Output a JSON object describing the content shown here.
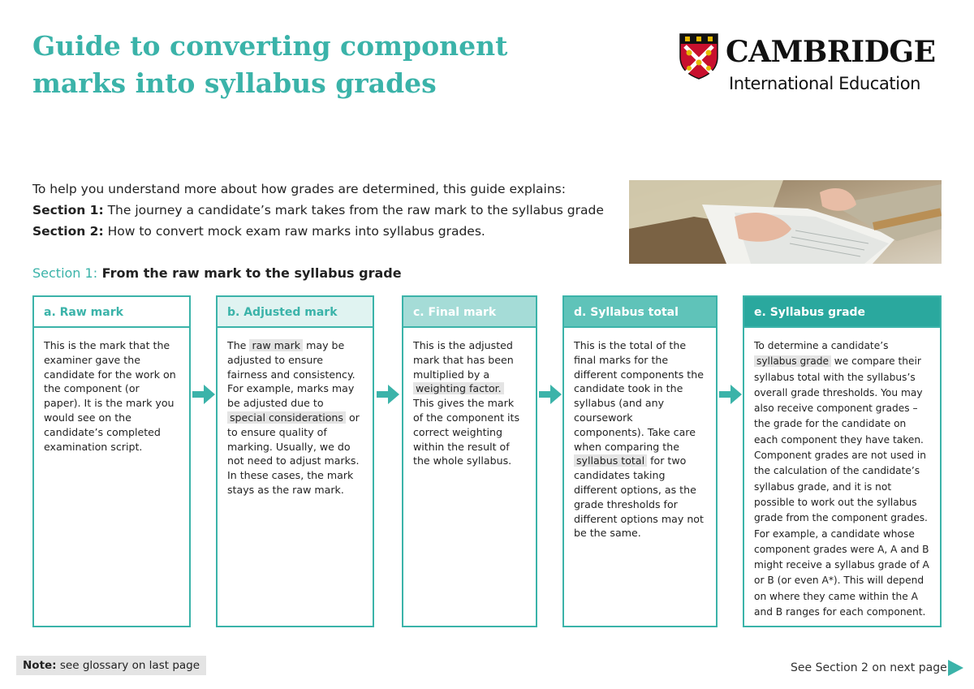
{
  "title": {
    "line1": "Guide to converting component",
    "line2": "marks into syllabus grades"
  },
  "brand": {
    "name": "CAMBRIDGE",
    "subtitle": "International Education"
  },
  "intro": {
    "line1": "To help you understand more about how grades are determined, this guide explains:",
    "s1_label": "Section 1:",
    "s1_text": " The journey a candidate’s mark takes from the raw mark to the syllabus grade ",
    "s2_label": "Section 2:",
    "s2_text": " How to convert mock exam raw marks into syllabus grades."
  },
  "section1": {
    "label": "Section 1:",
    "title": " From the raw mark to the syllabus grade"
  },
  "cards": {
    "a": {
      "title": "a. Raw mark",
      "text": "This is the mark that the examiner gave the candidate for the work on the component (or paper). It is the mark you would see on the candidate’s completed examination script."
    },
    "b": {
      "title": "b. Adjusted mark",
      "t1": "The ",
      "h1": "raw mark",
      "t2": " may be adjusted to ensure fairness and consistency. For example, marks may be adjusted due to ",
      "h2": "special considerations",
      "t3": " or to ensure quality of marking. Usually, we do not need to adjust marks. In these cases, the mark stays as the raw mark."
    },
    "c": {
      "title": "c. Final mark",
      "t1": "This is the adjusted mark that has been multiplied by a ",
      "h1": "weighting factor.",
      "t2": " This gives the mark of the component its correct weighting within the result of the whole syllabus."
    },
    "d": {
      "title": "d. Syllabus total",
      "t1": "This is the total of the final marks for the different components the candidate took in the syllabus (and any coursework components). Take care when comparing the ",
      "h1": "syllabus total",
      "t2": " for two candidates taking different options, as the grade thresholds for different options may not be the same."
    },
    "e": {
      "title": "e. Syllabus grade",
      "t1": "To determine a candidate’s ",
      "h1": "syllabus grade",
      "t2": " we compare their syllabus total with the syllabus’s overall grade thresholds. You may also receive component grades – the grade for the candidate on each component they have taken. Component grades are not used in the calculation of the candidate’s syllabus grade, and it is not possible to work out the syllabus grade from the component grades. For example, a candidate whose component grades were A, A and B might receive a syllabus grade of A or B (or even A*). This will depend on where they came within the A and B ranges for each component."
    }
  },
  "footer": {
    "note_label": "Note:",
    "note_text": " see glossary on last page",
    "next": "See Section 2 on next page"
  },
  "colors": {
    "accent": "#3bb3a9",
    "highlight": "#e4e4e4"
  },
  "icons": {
    "flow_arrow": "arrow-right-icon",
    "next_page": "play-triangle-icon",
    "crest": "cambridge-crest-icon"
  }
}
